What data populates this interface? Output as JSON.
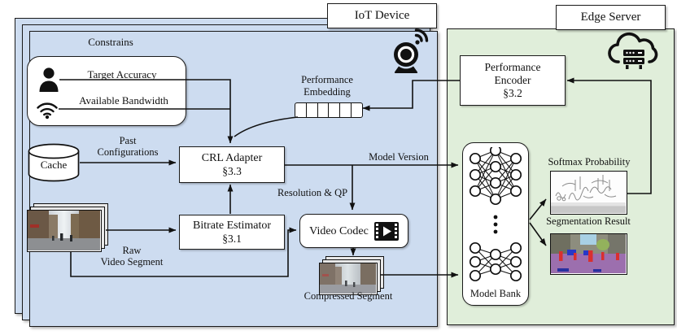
{
  "panels": {
    "iot_device": {
      "title": "IoT Device"
    },
    "edge_server": {
      "title": "Edge Server"
    }
  },
  "constraints": {
    "title": "Constrains",
    "target_accuracy": "Target Accuracy",
    "available_bandwidth": "Available Bandwidth"
  },
  "cache": {
    "label": "Cache"
  },
  "crl_adapter": {
    "title": "CRL Adapter",
    "section": "§3.3"
  },
  "bitrate_estimator": {
    "title": "Bitrate Estimator",
    "section": "§3.1"
  },
  "video_codec": {
    "title": "Video Codec"
  },
  "performance_encoder": {
    "line1": "Performance",
    "line2": "Encoder",
    "section": "§3.2"
  },
  "model_bank": {
    "label": "Model Bank"
  },
  "embedding": {
    "line1": "Performance",
    "line2": "Embedding",
    "cells": 6
  },
  "edge_labels": {
    "past_line1": "Past",
    "past_line2": "Configurations",
    "model_version": "Model Version",
    "resolution_qp": "Resolution & QP",
    "raw_line1": "Raw",
    "raw_line2": "Video Segment",
    "compressed_segment": "Compressed Segment",
    "softmax_probability": "Softmax Probability",
    "segmentation_result": "Segmentation Result"
  },
  "icons": [
    "person-icon",
    "wifi-icon",
    "webcam-icon",
    "cloud-server-icon",
    "film-icon",
    "cache-cylinder-icon",
    "neural-network-icon"
  ],
  "colors": {
    "iot_panel": "#cddcf0",
    "edge_panel": "#e0eeda",
    "line": "#111111"
  }
}
